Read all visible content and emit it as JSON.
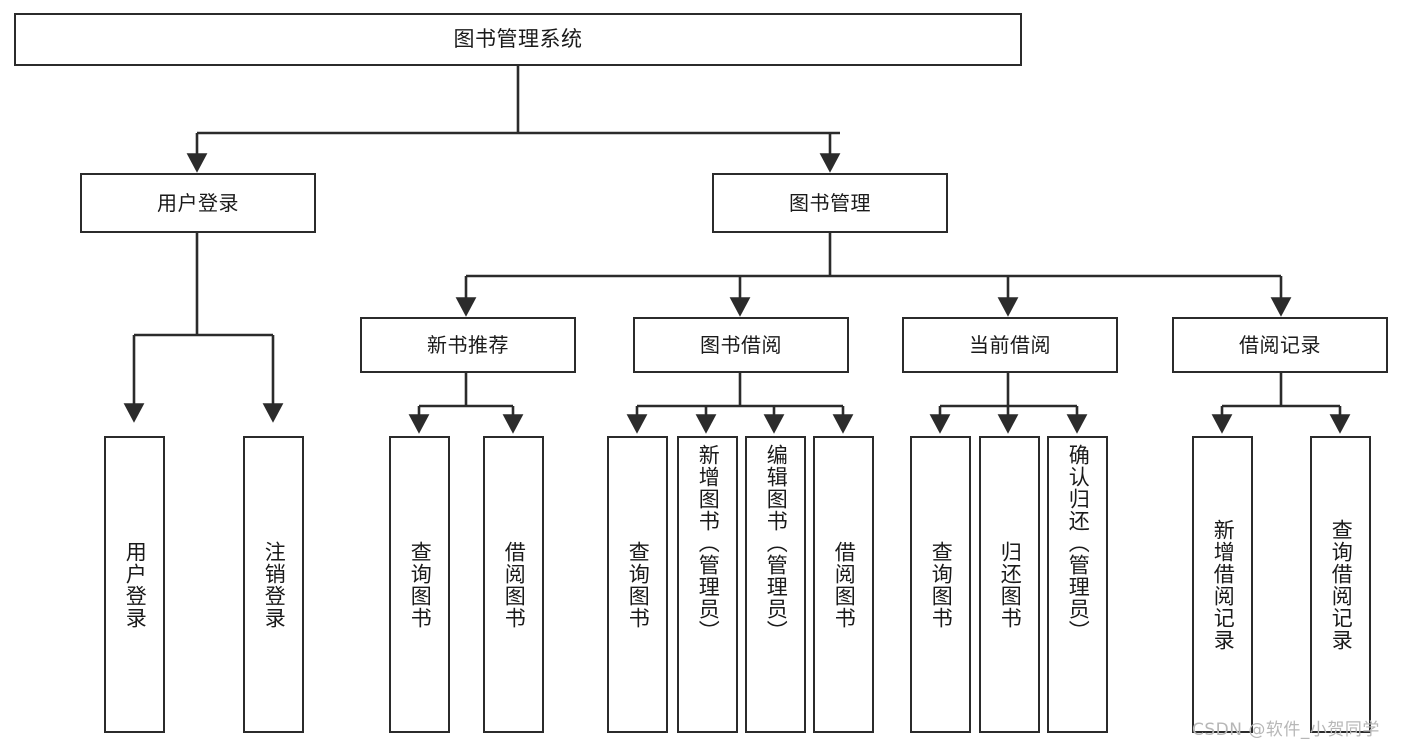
{
  "diagram": {
    "title": "图书管理系统",
    "root": {
      "id": "root",
      "label": "图书管理系统"
    },
    "level2": [
      {
        "id": "user-login",
        "label": "用户登录"
      },
      {
        "id": "book-manage",
        "label": "图书管理"
      }
    ],
    "level3": [
      {
        "id": "new-book-recommend",
        "label": "新书推荐"
      },
      {
        "id": "book-borrow",
        "label": "图书借阅"
      },
      {
        "id": "current-borrow",
        "label": "当前借阅"
      },
      {
        "id": "borrow-record",
        "label": "借阅记录"
      }
    ],
    "leaves": {
      "user_login": [
        {
          "id": "leaf-user-login",
          "label": "用户登录"
        },
        {
          "id": "leaf-logout-login",
          "label": "注销登录"
        }
      ],
      "new_book_recommend": [
        {
          "id": "leaf-query-book-1",
          "label": "查询图书"
        },
        {
          "id": "leaf-borrow-book-1",
          "label": "借阅图书"
        }
      ],
      "book_borrow": [
        {
          "id": "leaf-query-book-2",
          "label": "查询图书"
        },
        {
          "id": "leaf-add-book",
          "label": "新增图书（管理员）"
        },
        {
          "id": "leaf-edit-book",
          "label": "编辑图书（管理员）"
        },
        {
          "id": "leaf-borrow-book-2",
          "label": "借阅图书"
        }
      ],
      "current_borrow": [
        {
          "id": "leaf-query-book-3",
          "label": "查询图书"
        },
        {
          "id": "leaf-return-book",
          "label": "归还图书"
        },
        {
          "id": "leaf-confirm-return",
          "label": "确认归还（管理员）"
        }
      ],
      "borrow_record": [
        {
          "id": "leaf-add-borrow-record",
          "label": "新增借阅记录"
        },
        {
          "id": "leaf-query-borrow-record",
          "label": "查询借阅记录"
        }
      ]
    },
    "watermark": "CSDN @软件_小贺同学",
    "colors": {
      "stroke": "#2b2b2b",
      "fill": "#ffffff",
      "text": "#1a1a1a",
      "watermark": "#b7b7b7"
    }
  }
}
